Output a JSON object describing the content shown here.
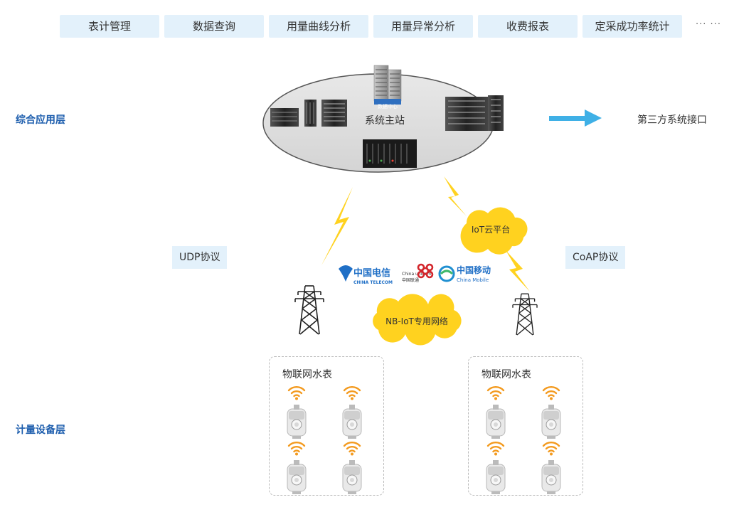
{
  "tabs": [
    "表计管理",
    "数据查询",
    "用量曲线分析",
    "用量异常分析",
    "收费报表",
    "定采成功率统计"
  ],
  "tabs_more": "··· ···",
  "layers": {
    "app": "综合应用层",
    "meter": "计量设备层"
  },
  "station": {
    "label": "系统主站",
    "dc_label": "数据中心"
  },
  "third_party": "第三方系统接口",
  "protocols": {
    "udp": "UDP协议",
    "coap": "CoAP协议"
  },
  "clouds": {
    "iot_platform": "IoT云平台",
    "nbiot": "NB-IoT专用网络"
  },
  "carriers": {
    "telecom_cn": "中国电信",
    "telecom_en": "CHINA TELECOM",
    "unicom_en": "China unicom",
    "unicom_cn": "中国联通",
    "mobile_cn": "中国移动",
    "mobile_en": "China Mobile"
  },
  "meter_groups": [
    {
      "title": "物联网水表"
    },
    {
      "title": "物联网水表"
    }
  ],
  "colors": {
    "tab_bg": "#e3f1fb",
    "layer_label": "#1f5fae",
    "arrow": "#3fb0e6",
    "lightning": "#ffd21f",
    "cloud": "#ffd21f",
    "wifi": "#f39a1e",
    "ellipse": "#dcdcdc"
  }
}
